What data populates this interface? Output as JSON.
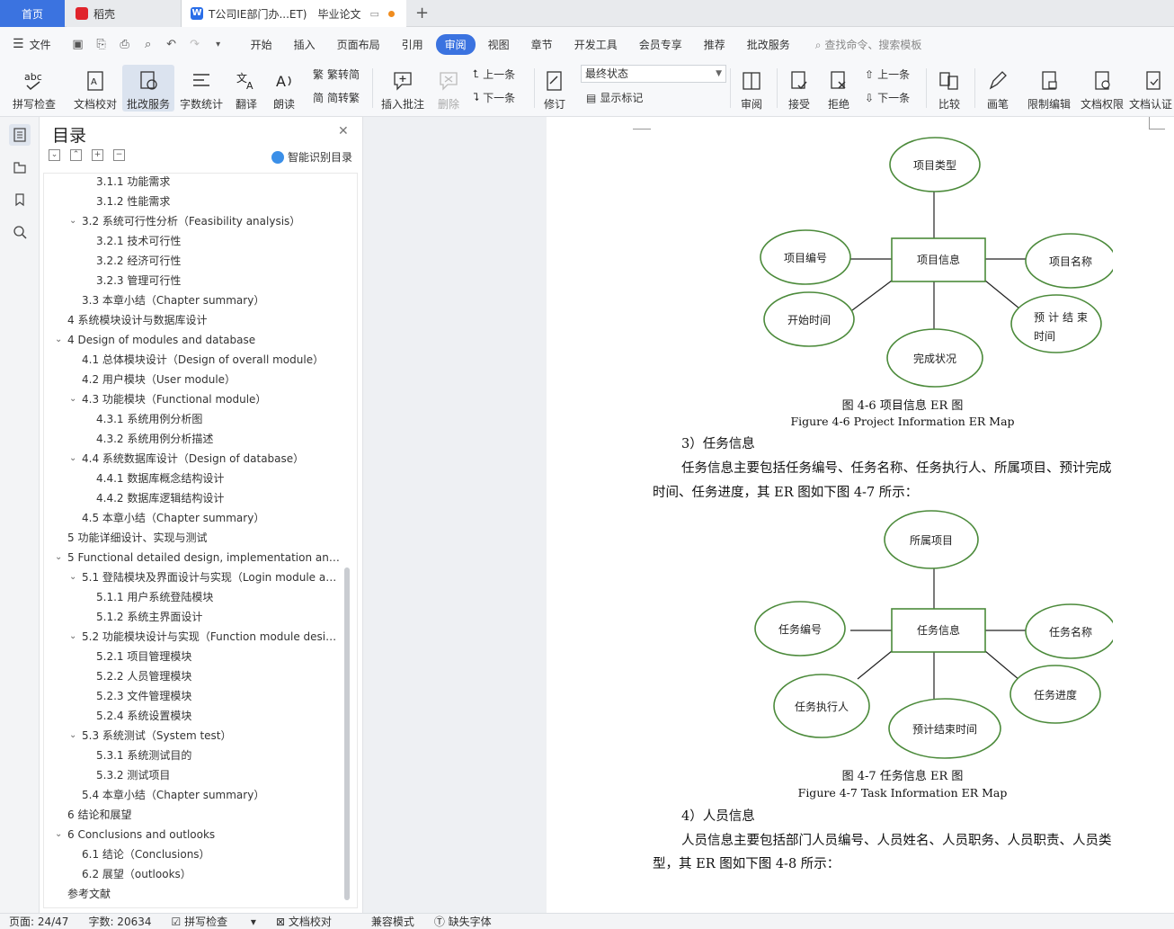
{
  "tabs": {
    "home": "首页",
    "daoke": "稻壳",
    "doc_name": "T公司IE部门办...ET)",
    "doc_tag": "毕业论文"
  },
  "menubar": {
    "file": "文件",
    "items": [
      "开始",
      "插入",
      "页面布局",
      "引用",
      "审阅",
      "视图",
      "章节",
      "开发工具",
      "会员专享",
      "推荐",
      "批改服务"
    ],
    "active": "审阅",
    "search": "查找命令、搜索模板"
  },
  "ribbon": {
    "spell": "拼写检查",
    "proof": "文档校对",
    "review_service": "批改服务",
    "word_count": "字数统计",
    "translate": "翻译",
    "read_aloud": "朗读",
    "trad_simp": "繁转简",
    "simp_trad": "简转繁",
    "insert_comment": "插入批注",
    "delete": "删除",
    "prev": "上一条",
    "next": "下一条",
    "track": "修订",
    "final_state": "最终状态",
    "show_marks": "显示标记",
    "review": "审阅",
    "accept": "接受",
    "reject": "拒绝",
    "prev2": "上一条",
    "next2": "下一条",
    "compare": "比较",
    "pen": "画笔",
    "restrict": "限制编辑",
    "permissions": "文档权限",
    "certify": "文档认证"
  },
  "toc": {
    "title": "目录",
    "smart": "智能识别目录",
    "items": [
      {
        "text": "3.1.1 功能需求",
        "level": 3,
        "chev": false
      },
      {
        "text": "3.1.2 性能需求",
        "level": 3,
        "chev": false
      },
      {
        "text": "3.2 系统可行性分析（Feasibility analysis）",
        "level": 2,
        "chev": true
      },
      {
        "text": "3.2.1 技术可行性",
        "level": 3,
        "chev": false
      },
      {
        "text": "3.2.2 经济可行性",
        "level": 3,
        "chev": false
      },
      {
        "text": "3.2.3 管理可行性",
        "level": 3,
        "chev": false
      },
      {
        "text": "3.3 本章小结（Chapter summary）",
        "level": 2,
        "chev": false
      },
      {
        "text": "4 系统模块设计与数据库设计",
        "level": 1,
        "chev": false
      },
      {
        "text": "4 Design of modules and database",
        "level": 1,
        "chev": true
      },
      {
        "text": "4.1 总体模块设计（Design of overall module）",
        "level": 2,
        "chev": false
      },
      {
        "text": "4.2 用户模块（User module）",
        "level": 2,
        "chev": false
      },
      {
        "text": "4.3 功能模块（Functional module）",
        "level": 2,
        "chev": true
      },
      {
        "text": "4.3.1 系统用例分析图",
        "level": 3,
        "chev": false
      },
      {
        "text": "4.3.2 系统用例分析描述",
        "level": 3,
        "chev": false
      },
      {
        "text": "4.4 系统数据库设计（Design of database）",
        "level": 2,
        "chev": true
      },
      {
        "text": "4.4.1 数据库概念结构设计",
        "level": 3,
        "chev": false
      },
      {
        "text": "4.4.2 数据库逻辑结构设计",
        "level": 3,
        "chev": false
      },
      {
        "text": "4.5 本章小结（Chapter summary）",
        "level": 2,
        "chev": false
      },
      {
        "text": "5 功能详细设计、实现与测试",
        "level": 1,
        "chev": false
      },
      {
        "text": "5 Functional detailed design, implementation an…",
        "level": 1,
        "chev": true
      },
      {
        "text": "5.1 登陆模块及界面设计与实现（Login module a…",
        "level": 2,
        "chev": true
      },
      {
        "text": "5.1.1 用户系统登陆模块",
        "level": 3,
        "chev": false
      },
      {
        "text": "5.1.2 系统主界面设计",
        "level": 3,
        "chev": false
      },
      {
        "text": "5.2 功能模块设计与实现（Function module desi…",
        "level": 2,
        "chev": true
      },
      {
        "text": "5.2.1 项目管理模块",
        "level": 3,
        "chev": false
      },
      {
        "text": "5.2.2 人员管理模块",
        "level": 3,
        "chev": false
      },
      {
        "text": "5.2.3 文件管理模块",
        "level": 3,
        "chev": false
      },
      {
        "text": "5.2.4 系统设置模块",
        "level": 3,
        "chev": false
      },
      {
        "text": "5.3 系统测试（System test）",
        "level": 2,
        "chev": true
      },
      {
        "text": "5.3.1 系统测试目的",
        "level": 3,
        "chev": false
      },
      {
        "text": "5.3.2 测试项目",
        "level": 3,
        "chev": false
      },
      {
        "text": "5.4 本章小结（Chapter summary）",
        "level": 2,
        "chev": false
      },
      {
        "text": "6 结论和展望",
        "level": 1,
        "chev": false
      },
      {
        "text": "6 Conclusions and outlooks",
        "level": 1,
        "chev": true
      },
      {
        "text": "6.1 结论（Conclusions）",
        "level": 2,
        "chev": false
      },
      {
        "text": "6.2 展望（outlooks）",
        "level": 2,
        "chev": false
      },
      {
        "text": "参考文献",
        "level": 1,
        "chev": false
      }
    ]
  },
  "document": {
    "er1": {
      "center": "项目信息",
      "nodes": [
        "项目类型",
        "项目编号",
        "项目名称",
        "开始时间",
        "预计结束",
        "时间",
        "完成状况"
      ],
      "caption_cn": "图 4-6 项目信息 ER 图",
      "caption_en": "Figure 4-6 Project Information ER Map"
    },
    "section3_title": "3）任务信息",
    "section3_line1": "任务信息主要包括任务编号、任务名称、任务执行人、所属项目、预计完成",
    "section3_line2": "时间、任务进度，其 ER 图如下图 4-7 所示：",
    "er2": {
      "center": "任务信息",
      "nodes": [
        "所属项目",
        "任务编号",
        "任务名称",
        "任务执行人",
        "任务进度",
        "预计结束时间"
      ],
      "caption_cn": "图 4-7 任务信息 ER 图",
      "caption_en": "Figure 4-7 Task Information ER Map"
    },
    "section4_title": "4）人员信息",
    "section4_line1": "人员信息主要包括部门人员编号、人员姓名、人员职务、人员职责、人员类",
    "section4_line2": "型，其 ER 图如下图 4-8 所示："
  },
  "status": {
    "page": "页面: 24/47",
    "words": "字数: 20634",
    "spell": "拼写检查",
    "proof": "文档校对",
    "compat": "兼容模式",
    "missing_font": "缺失字体"
  }
}
